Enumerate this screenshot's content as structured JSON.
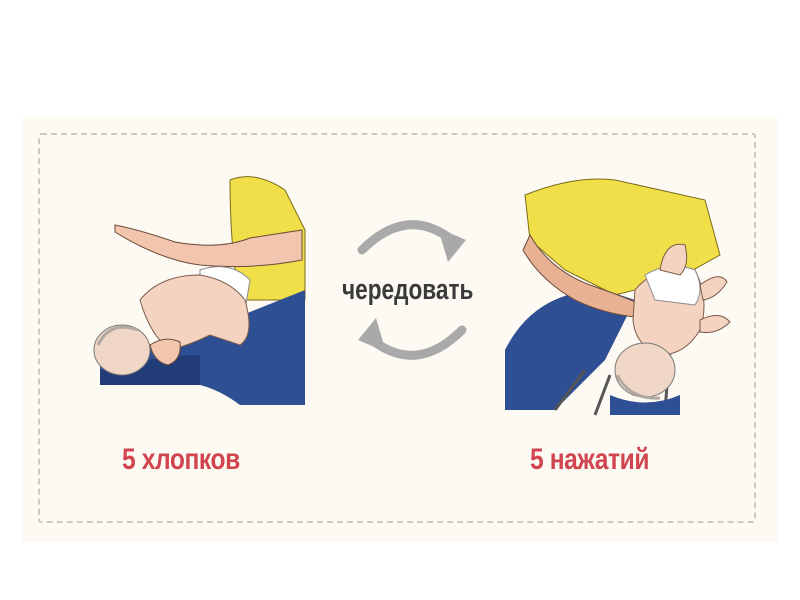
{
  "diagram": {
    "title": "Infant choking first aid: alternate back blows and chest thrusts",
    "left_panel": {
      "caption": "5 хлопков",
      "depiction": "adult delivering back blows to infant lying face-down on forearm/thigh"
    },
    "center": {
      "label": "чередовать",
      "icon": "cycle-arrows-icon"
    },
    "right_panel": {
      "caption": "5 нажатий",
      "depiction": "adult delivering two-finger chest thrusts to infant lying face-up on thigh"
    },
    "colors": {
      "caption": "#d0454f",
      "center_label": "#3a3a3a",
      "arrows": "#a9a9a9",
      "shirt": "#f1df4a",
      "jeans": "#2f4f94",
      "skin": "#f1c5ae",
      "card_bg": "#fdfaf3",
      "border": "#cfcac0"
    }
  }
}
